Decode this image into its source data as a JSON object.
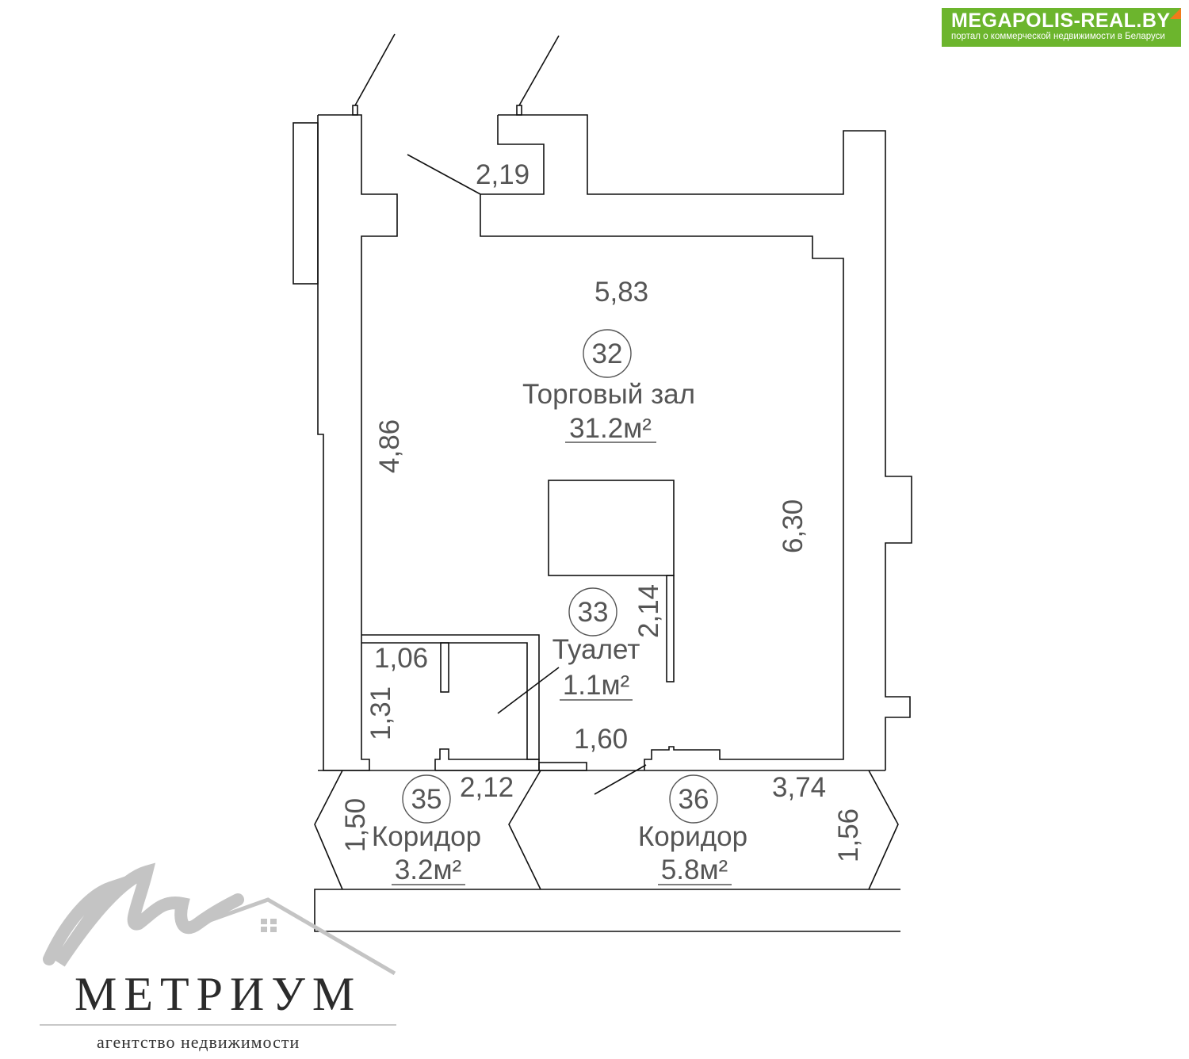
{
  "badge": {
    "title": "MEGAPOLIS-REAL.BY",
    "subtitle": "портал о коммерческой недвижимости в Беларуси",
    "color": "#6cb52d",
    "corner_color": "#f07a1a"
  },
  "plan": {
    "dimensions": [
      "2,19",
      "5,83",
      "4,86",
      "6,30",
      "2,14",
      "1,06",
      "1,31",
      "1,60",
      "2,12",
      "3,74",
      "1,50",
      "1,56"
    ],
    "rooms": [
      {
        "number": "32",
        "name": "Торговый зал",
        "area": "31.2м²"
      },
      {
        "number": "33",
        "name": "Туалет",
        "area": "1.1м²"
      },
      {
        "number": "35",
        "name": "Коридор",
        "area": "3.2м²"
      },
      {
        "number": "36",
        "name": "Коридор",
        "area": "5.8м²"
      }
    ]
  },
  "logo": {
    "name": "МЕТРИУМ",
    "subtitle": "агентство недвижимости"
  }
}
